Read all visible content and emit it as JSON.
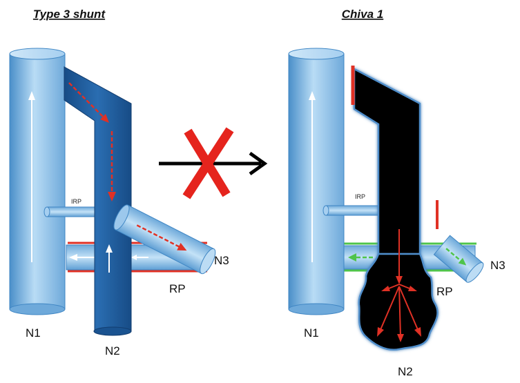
{
  "left_panel": {
    "title": "Type 3 shunt",
    "labels": {
      "n1": "N1",
      "n2": "N2",
      "n3": "N3",
      "rp": "RP",
      "irp": "IRP"
    }
  },
  "right_panel": {
    "title": "Chiva 1",
    "labels": {
      "n1": "N1",
      "n2": "N2",
      "n3": "N3",
      "rp": "RP",
      "irp": "IRP"
    }
  },
  "colors": {
    "light_vein": "#8fc3ea",
    "dark_vein": "#1d5a9a",
    "black_vein": "#000000",
    "flow_red": "#e03125",
    "flow_green": "#4fc44a",
    "cross_red": "#e5241d",
    "transition_arrow": "#000000"
  },
  "icons": {
    "transition_arrow": "right-arrow-icon",
    "transition_cross": "cross-icon"
  }
}
